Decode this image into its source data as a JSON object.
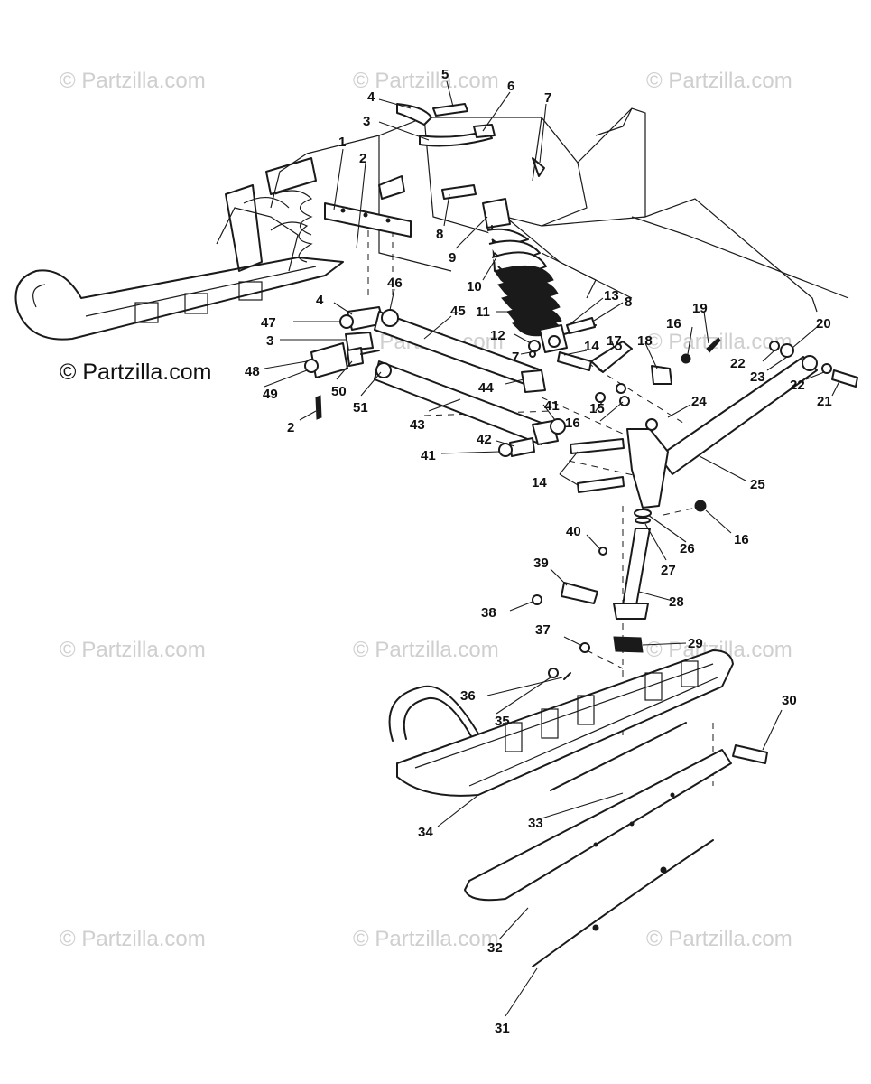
{
  "watermark": "© Partzilla.com",
  "watermark_positions_note_removed": true,
  "callouts": [
    "1",
    "2",
    "3",
    "4",
    "5",
    "6",
    "7",
    "8",
    "9",
    "10",
    "11",
    "12",
    "13",
    "14",
    "15",
    "16",
    "17",
    "18",
    "19",
    "20",
    "21",
    "22",
    "23",
    "24",
    "25",
    "26",
    "27",
    "28",
    "29",
    "30",
    "31",
    "32",
    "33",
    "34",
    "35",
    "36",
    "37",
    "38",
    "39",
    "40",
    "41",
    "42",
    "43",
    "44",
    "45",
    "46",
    "47",
    "48",
    "49",
    "50",
    "51"
  ]
}
